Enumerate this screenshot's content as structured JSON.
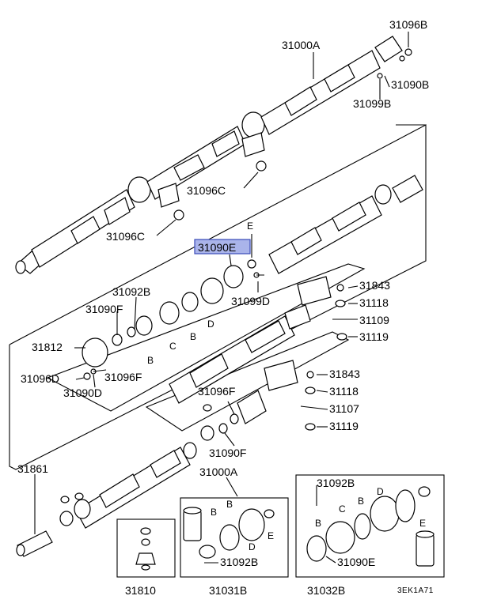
{
  "highlight_color": "#aab4ea",
  "labels": {
    "p31096B": "31096B",
    "p31000A_top": "31000A",
    "p31090B": "31090B",
    "p31099B": "31099B",
    "p31096C_a": "31096C",
    "p31096C_b": "31096C",
    "pE_top": "E",
    "p31090E_hl": "31090E",
    "p31099D": "31099D",
    "p31092B_a": "31092B",
    "p31843_a": "31843",
    "p31118_a": "31118",
    "p31109": "31109",
    "p31119_a": "31119",
    "p31090F_a": "31090F",
    "pB_1": "B",
    "pB_2": "B",
    "pC_1": "C",
    "pD_1": "D",
    "p31812": "31812",
    "p31096F_a": "31096F",
    "p31096D": "31096D",
    "p31090D": "31090D",
    "p31843_b": "31843",
    "p31118_b": "31118",
    "p31107": "31107",
    "p31119_b": "31119",
    "p31096F_b": "31096F",
    "p31090F_b": "31090F",
    "p31861": "31861",
    "p31000A_mid": "31000A",
    "p31092B_b": "31092B",
    "p31092B_c": "31092B",
    "pB_3": "B",
    "pB_4": "B",
    "pD_2": "D",
    "pE_2": "E",
    "pB_5": "B",
    "pC_2": "C",
    "pB_6": "B",
    "pD_3": "D",
    "pE_3": "E",
    "p31090E_b": "31090E",
    "p31810": "31810",
    "p31031B": "31031B",
    "p31032B": "31032B",
    "code": "3EK1A71"
  }
}
